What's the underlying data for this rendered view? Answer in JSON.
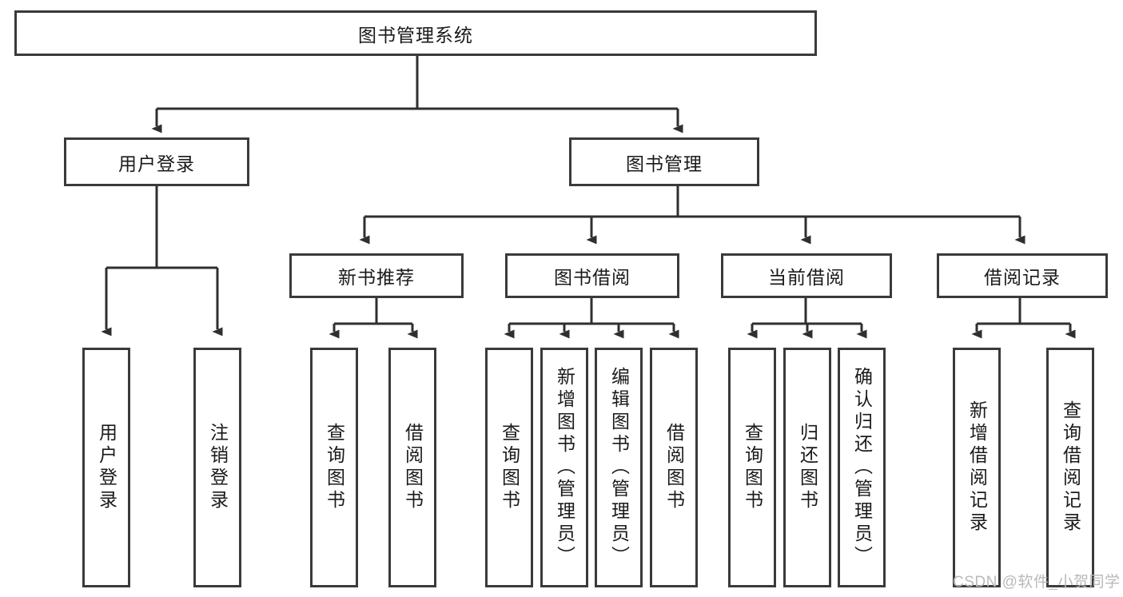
{
  "diagram": {
    "type": "tree-hierarchy",
    "title": "图书管理系统",
    "watermark": "CSDN @软件_小贺同学",
    "colors": {
      "box_border": "#3a3a3a",
      "box_fill": "#ffffff",
      "connector": "#2f2f2f",
      "text": "#1a1a1a",
      "watermark": "#b9b9b9"
    },
    "levels": {
      "root": {
        "label": "图书管理系统"
      },
      "level2": [
        {
          "label": "用户登录"
        },
        {
          "label": "图书管理"
        }
      ],
      "level3": [
        {
          "label": "新书推荐"
        },
        {
          "label": "图书借阅"
        },
        {
          "label": "当前借阅"
        },
        {
          "label": "借阅记录"
        }
      ],
      "leaves": {
        "user_login": [
          {
            "label": "用户登录"
          },
          {
            "label": "注销登录"
          }
        ],
        "new_book_recommend": [
          {
            "label": "查询图书"
          },
          {
            "label": "借阅图书"
          }
        ],
        "book_borrow": [
          {
            "label": "查询图书"
          },
          {
            "label": "新增图书（管理员）"
          },
          {
            "label": "编辑图书（管理员）"
          },
          {
            "label": "借阅图书"
          }
        ],
        "current_borrow": [
          {
            "label": "查询图书"
          },
          {
            "label": "归还图书"
          },
          {
            "label": "确认归还（管理员）"
          }
        ],
        "borrow_record": [
          {
            "label": "新增借阅记录"
          },
          {
            "label": "查询借阅记录"
          }
        ]
      }
    }
  }
}
